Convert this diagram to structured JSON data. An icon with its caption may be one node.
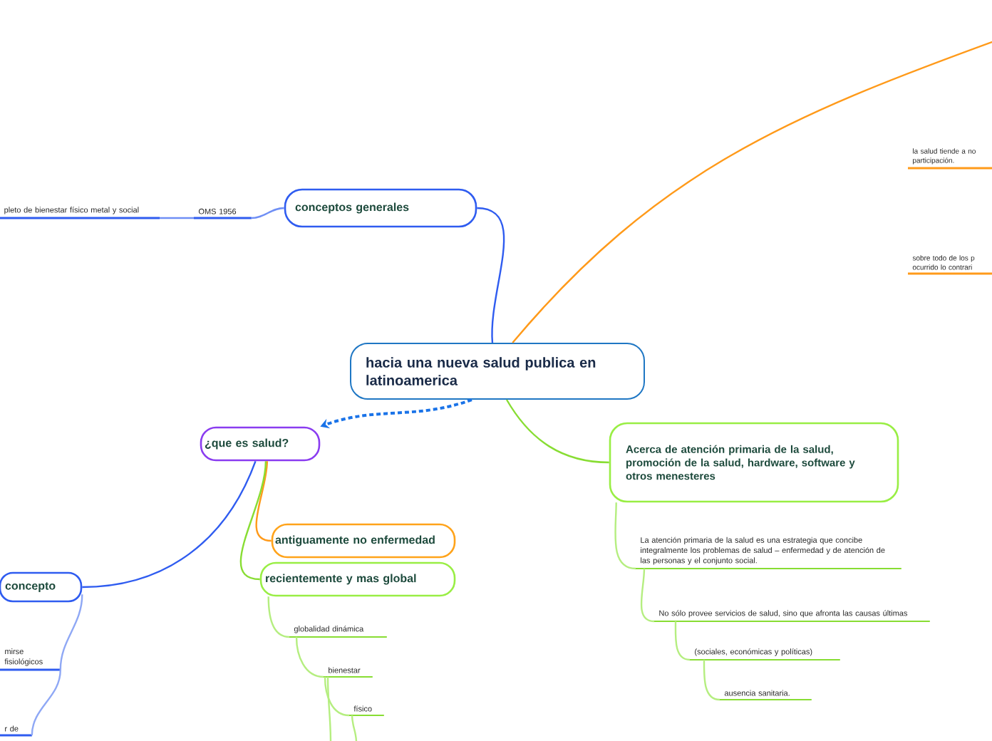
{
  "diagram": {
    "nodes": [
      {
        "text": [
          "hacia una nueva salud publica en latinoamerica"
        ]
      },
      {
        "text": [
          "conceptos generales"
        ]
      },
      {
        "text": [
          "OMS 1956"
        ]
      },
      {
        "text": [
          "pleto de bienestar físico metal y social"
        ]
      },
      {
        "text": [
          "la salud tiende a no participación."
        ]
      },
      {
        "text": [
          "sobre todo de los p ocurrido lo contrari"
        ]
      },
      {
        "text": [
          "¿que es salud?"
        ]
      },
      {
        "text": [
          "Acerca de atención primaria de la salud, promoción de la salud, hardware, software y otros menesteres"
        ]
      },
      {
        "text": [
          "concepto"
        ]
      },
      {
        "text": [
          "mirse fisiológicos"
        ]
      },
      {
        "text": [
          "r de"
        ]
      },
      {
        "text": [
          "antiguamente no enfermedad"
        ]
      },
      {
        "text": [
          "recientemente y mas global"
        ]
      },
      {
        "text": [
          "globalidad dinámica"
        ]
      },
      {
        "text": [
          "bienestar"
        ]
      },
      {
        "text": [
          "físico"
        ]
      },
      {
        "text": [
          "La atención primaria de la salud es una estrategia que concibe integralmente los problemas de salud – enfermedad y de atención de las personas y el conjunto social."
        ]
      },
      {
        "text": [
          "No sólo provee servicios de salud, sino que afronta las causas últimas"
        ]
      },
      {
        "text": [
          "(sociales, económicas y políticas)"
        ]
      },
      {
        "text": [
          "ausencia sanitaria."
        ]
      }
    ],
    "edges": [
      {
        "from": 0,
        "to": 1,
        "arrow": "none",
        "color": "#2f5cf0"
      },
      {
        "from": 1,
        "to": 2,
        "arrow": "none",
        "color": "#6f8ff5"
      },
      {
        "from": 2,
        "to": 3,
        "arrow": "none",
        "color": "#6f8ff5"
      },
      {
        "from": 0,
        "to": null,
        "arrow": "none",
        "color": "#ff9a1a"
      },
      {
        "from": 0,
        "to": 6,
        "arrow": "to",
        "style": "dashed",
        "color": "#1a73e8"
      },
      {
        "from": 0,
        "to": 7,
        "arrow": "none",
        "color": "#88dd33"
      },
      {
        "from": 6,
        "to": 8,
        "arrow": "none",
        "color": "#2f5cf0"
      },
      {
        "from": 8,
        "to": 9,
        "arrow": "none",
        "color": "#8fa8f5"
      },
      {
        "from": 9,
        "to": 10,
        "arrow": "none",
        "color": "#8fa8f5"
      },
      {
        "from": 6,
        "to": 11,
        "arrow": "none",
        "color": "#ff9a1a"
      },
      {
        "from": 6,
        "to": 12,
        "arrow": "none",
        "color": "#88dd33"
      },
      {
        "from": 12,
        "to": 13,
        "arrow": "none",
        "color": "#b5ee80"
      },
      {
        "from": 13,
        "to": 14,
        "arrow": "none",
        "color": "#b5ee80"
      },
      {
        "from": 14,
        "to": 15,
        "arrow": "none",
        "color": "#b5ee80"
      },
      {
        "from": 14,
        "to": null,
        "arrow": "none",
        "color": "#b5ee80"
      },
      {
        "from": 15,
        "to": null,
        "arrow": "none",
        "color": "#b5ee80"
      },
      {
        "from": 7,
        "to": 16,
        "arrow": "none",
        "color": "#b5ee80"
      },
      {
        "from": 16,
        "to": 17,
        "arrow": "none",
        "color": "#b5ee80"
      },
      {
        "from": 17,
        "to": 18,
        "arrow": "none",
        "color": "#b5ee80"
      },
      {
        "from": 18,
        "to": 19,
        "arrow": "none",
        "color": "#b5ee80"
      }
    ]
  }
}
